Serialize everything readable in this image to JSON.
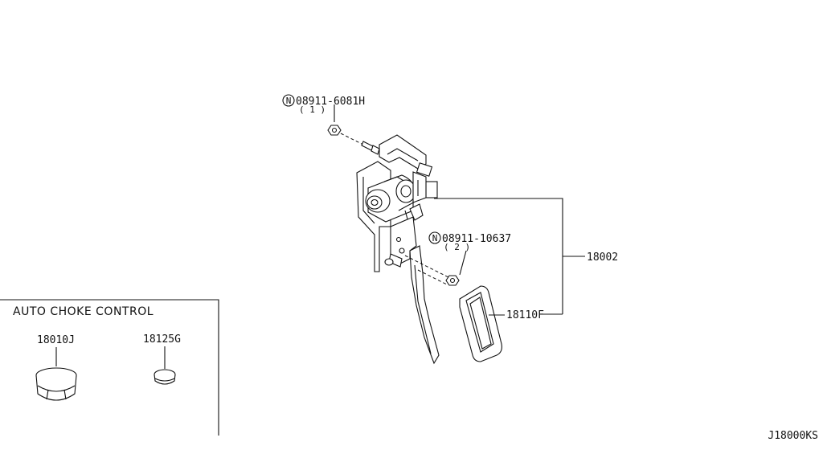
{
  "callouts": {
    "nut_top": {
      "symbol": "N",
      "part": "08911-6081H",
      "qty": "( 1 )"
    },
    "nut_mid": {
      "symbol": "N",
      "part": "08911-10637",
      "qty": "( 2 )"
    },
    "pedal_assembly": "18002",
    "pedal_pad": "18110F"
  },
  "inset": {
    "title": "AUTO CHOKE CONTROL",
    "knob": "18010J",
    "plug": "18125G"
  },
  "drawing_code": "J18000KS"
}
